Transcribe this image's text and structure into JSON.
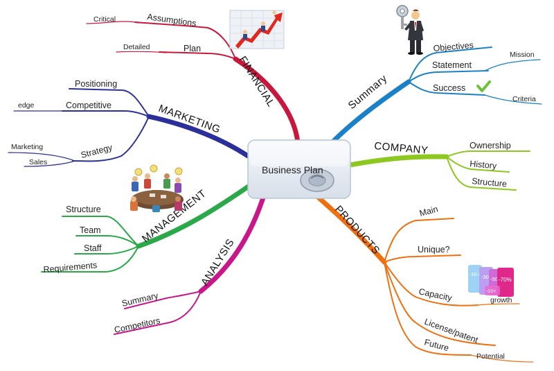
{
  "center": "Business Plan",
  "colors": {
    "financial": "#c8173d",
    "marketing": "#2b2f9a",
    "management": "#2aa84a",
    "analysis": "#c8178a",
    "summary": "#1a80c8",
    "company": "#8cc820",
    "products": "#f07010"
  },
  "branches": {
    "financial": {
      "label": "FINANCIAL",
      "assumptions": "Assumptions",
      "critical": "Critical",
      "plan": "Plan",
      "detailed": "Detailed"
    },
    "marketing": {
      "label": "MARKETING",
      "positioning": "Positioning",
      "competitive": "Competitive",
      "edge": "edge",
      "strategy": "Strategy",
      "marketing": "Marketing",
      "sales": "Sales"
    },
    "management": {
      "label": "MANAGEMENT",
      "structure": "Structure",
      "team": "Team",
      "staff": "Staff",
      "requirements": "Requirements"
    },
    "analysis": {
      "label": "ANALYSIS",
      "summary": "Summary",
      "competitors": "Competitors"
    },
    "summary": {
      "label": "Summary",
      "objectives": "Objectives",
      "statement": "Statement",
      "mission": "Mission",
      "success": "Success",
      "criteria": "Criteria"
    },
    "company": {
      "label": "COMPANY",
      "ownership": "Ownership",
      "history": "History",
      "structure": "Structure"
    },
    "products": {
      "label": "PRODUCTS",
      "main": "Main",
      "unique": "Unique?",
      "capacity": "Capacity",
      "growth": "growth",
      "license": "License/patent",
      "future": "Future",
      "potential": "Potential"
    }
  },
  "icons": {
    "financial": "growth-chart-icon",
    "summary": "businessman-key-icon",
    "success": "checkmark-icon",
    "management": "meeting-icon",
    "products": "sale-tags-icon"
  },
  "sale_tags": [
    "-10-20",
    "-30",
    "-50",
    "-70%",
    "-10+"
  ]
}
